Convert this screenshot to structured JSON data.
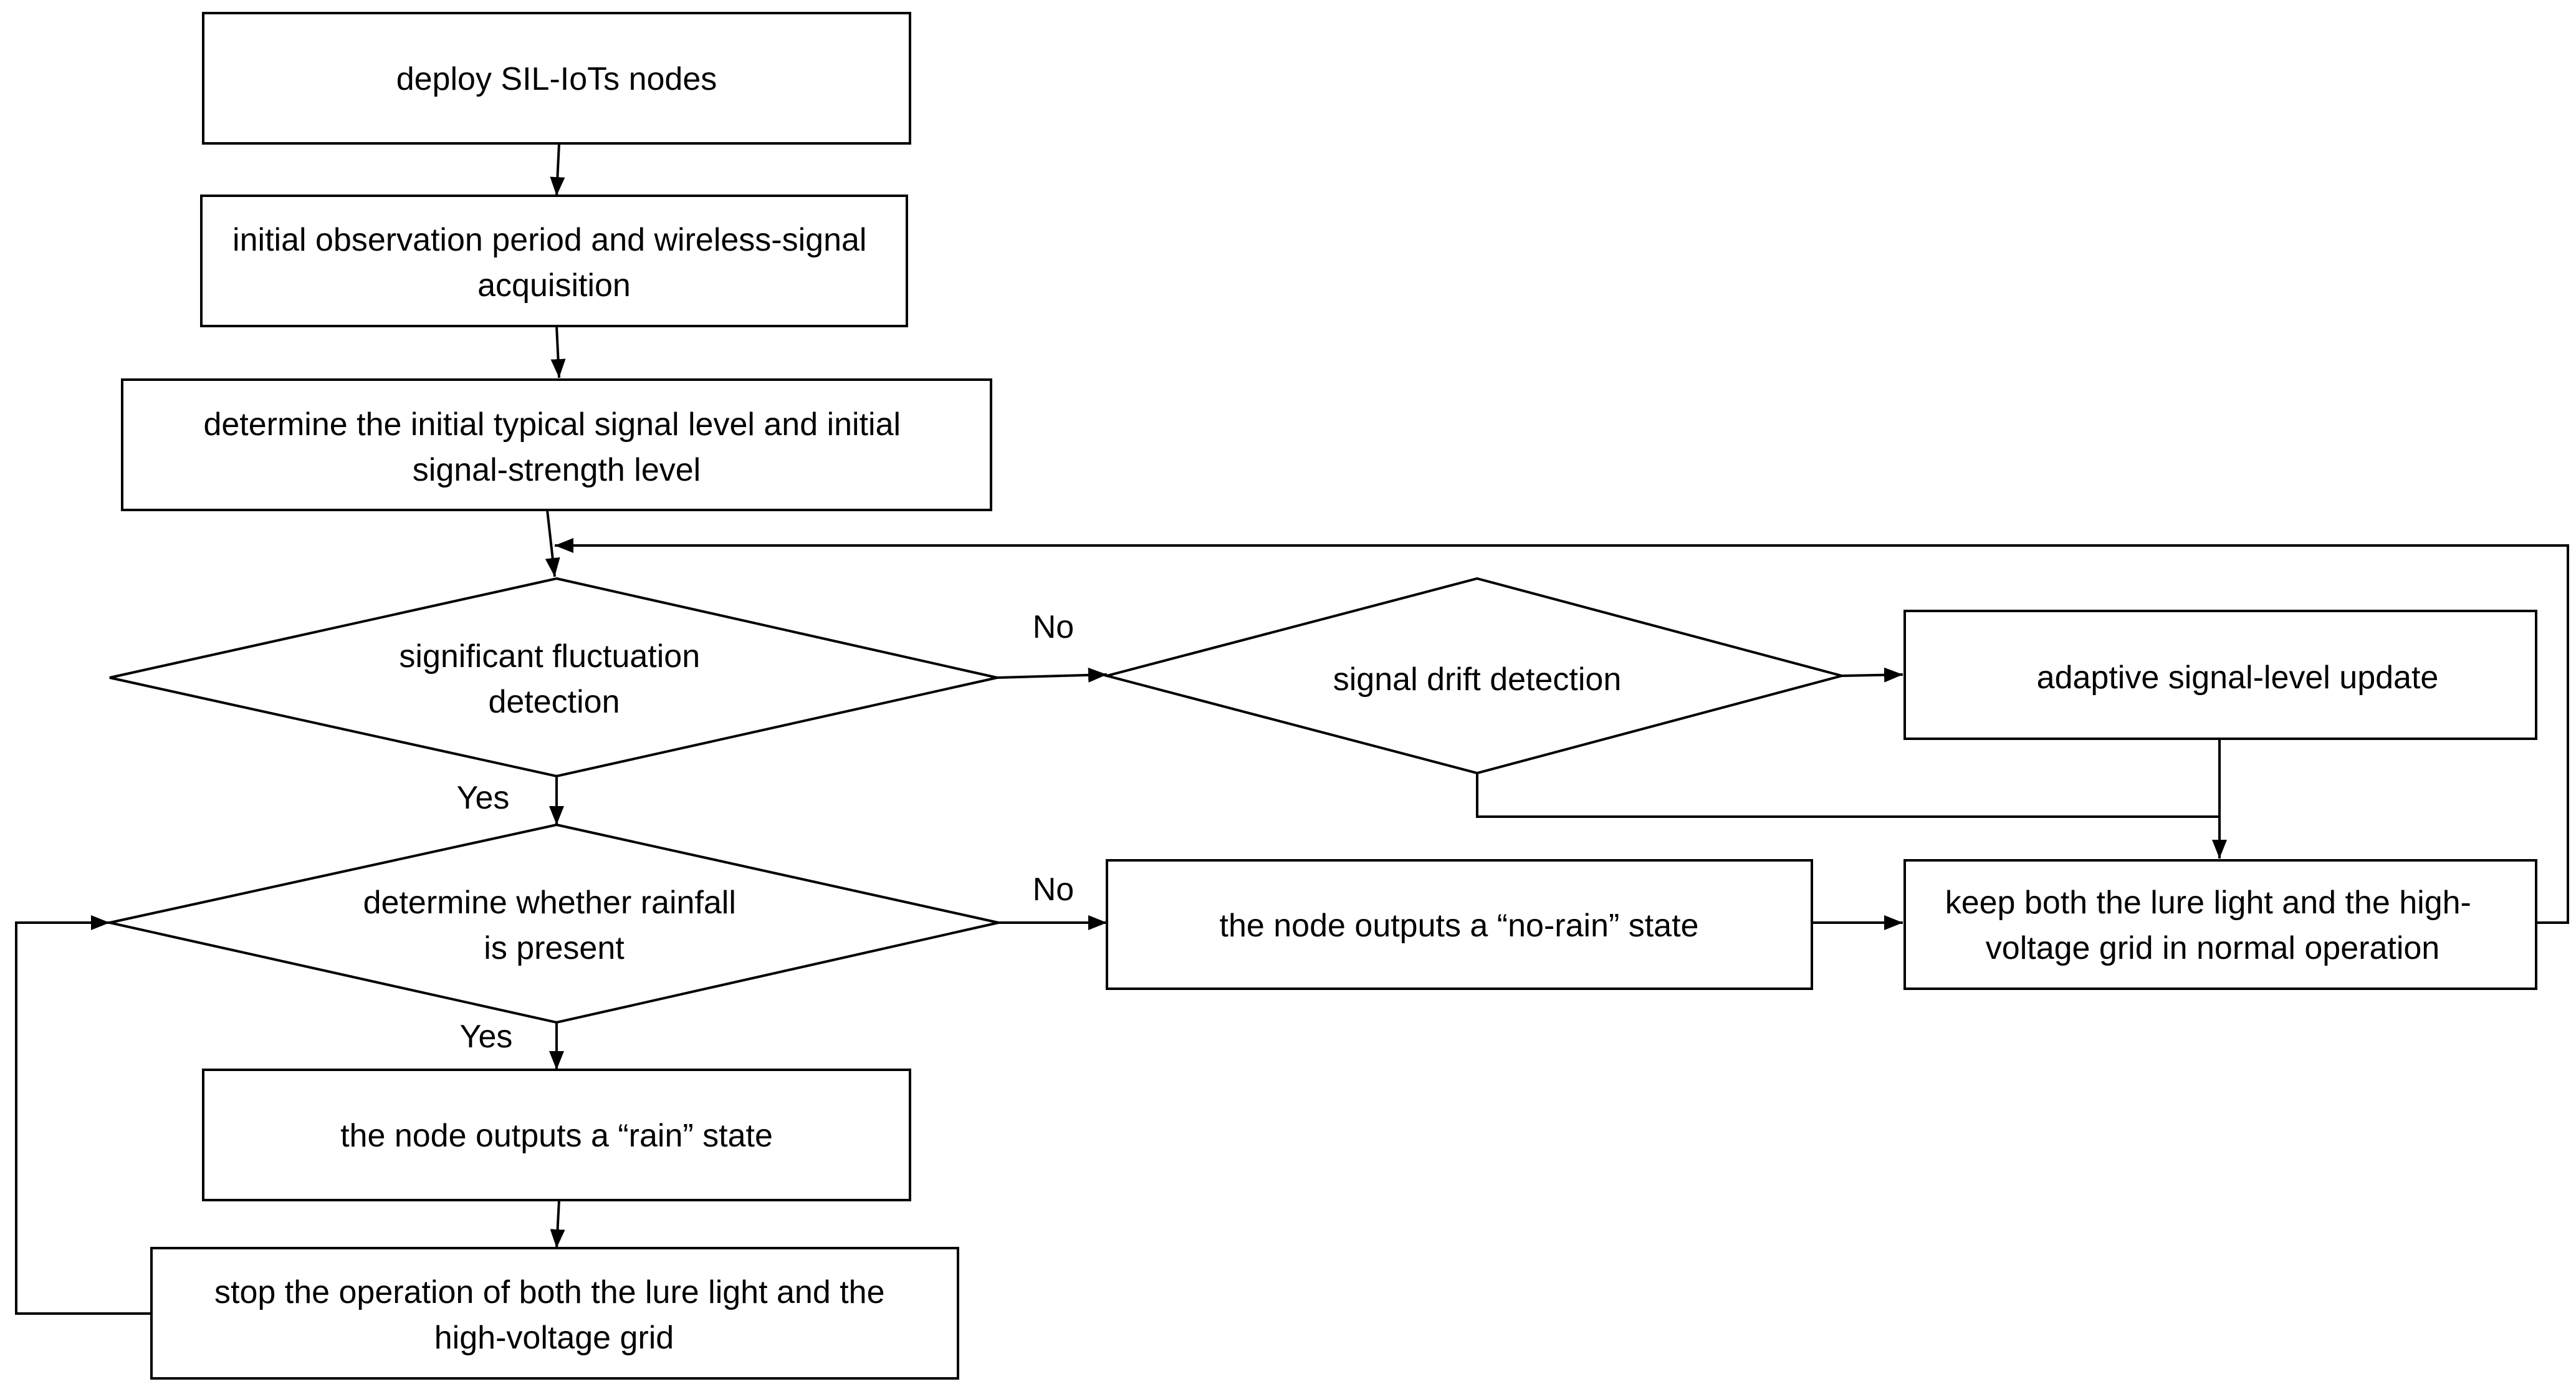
{
  "nodes": {
    "deploy": {
      "lines": [
        "deploy SIL-IoTs nodes"
      ]
    },
    "observe": {
      "lines": [
        "initial observation period and wireless-signal",
        "acquisition"
      ]
    },
    "determine_level": {
      "lines": [
        "determine the initial typical signal level and initial",
        "signal-strength level"
      ]
    },
    "fluctuation": {
      "lines": [
        "significant fluctuation",
        "detection"
      ]
    },
    "drift": {
      "lines": [
        "signal drift detection"
      ]
    },
    "adaptive": {
      "lines": [
        "adaptive signal-level update"
      ]
    },
    "rainfall": {
      "lines": [
        "determine whether rainfall",
        "is present"
      ]
    },
    "no_rain": {
      "lines": [
        "the node outputs a “no-rain” state"
      ]
    },
    "keep_normal": {
      "lines": [
        "keep both the lure light and the high-",
        "voltage grid in normal operation"
      ]
    },
    "rain": {
      "lines": [
        "the node outputs a “rain” state"
      ]
    },
    "stop": {
      "lines": [
        "stop the operation of both the lure light and the",
        "high-voltage grid"
      ]
    }
  },
  "edge_labels": {
    "fluctuation_no": "No",
    "fluctuation_yes": "Yes",
    "rainfall_no": "No",
    "rainfall_yes": "Yes"
  }
}
